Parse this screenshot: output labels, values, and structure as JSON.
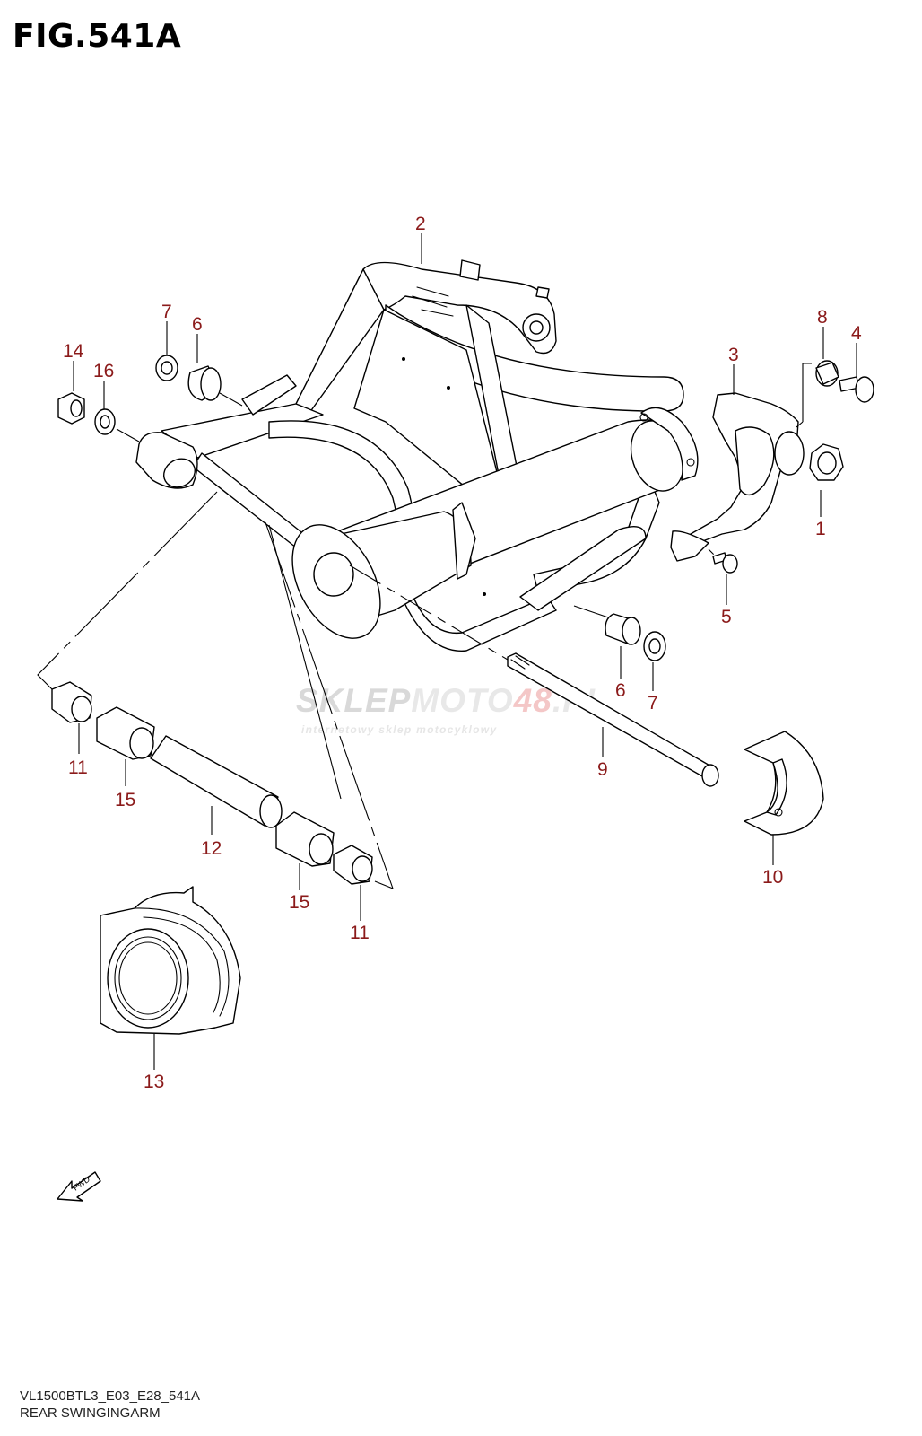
{
  "figure": {
    "title": "FIG.541A",
    "model_code": "VL1500BTL3_E03_E28_541A",
    "caption": "REAR SWINGINGARM"
  },
  "watermark": {
    "brand_part1": "SKLEP",
    "brand_part2": "MOTO",
    "brand_part3": "48",
    "brand_part4": ".PL",
    "tagline": "internetowy sklep motocyklowy"
  },
  "direction_arrow": {
    "label": "FWD"
  },
  "callouts": [
    {
      "id": "c1",
      "label": "1"
    },
    {
      "id": "c2",
      "label": "2"
    },
    {
      "id": "c3",
      "label": "3"
    },
    {
      "id": "c4",
      "label": "4"
    },
    {
      "id": "c5",
      "label": "5"
    },
    {
      "id": "c6a",
      "label": "6"
    },
    {
      "id": "c6b",
      "label": "6"
    },
    {
      "id": "c7a",
      "label": "7"
    },
    {
      "id": "c7b",
      "label": "7"
    },
    {
      "id": "c8",
      "label": "8"
    },
    {
      "id": "c9",
      "label": "9"
    },
    {
      "id": "c10",
      "label": "10"
    },
    {
      "id": "c11a",
      "label": "11"
    },
    {
      "id": "c11b",
      "label": "11"
    },
    {
      "id": "c12",
      "label": "12"
    },
    {
      "id": "c13",
      "label": "13"
    },
    {
      "id": "c14",
      "label": "14"
    },
    {
      "id": "c15a",
      "label": "15"
    },
    {
      "id": "c15b",
      "label": "15"
    },
    {
      "id": "c16",
      "label": "16"
    }
  ]
}
